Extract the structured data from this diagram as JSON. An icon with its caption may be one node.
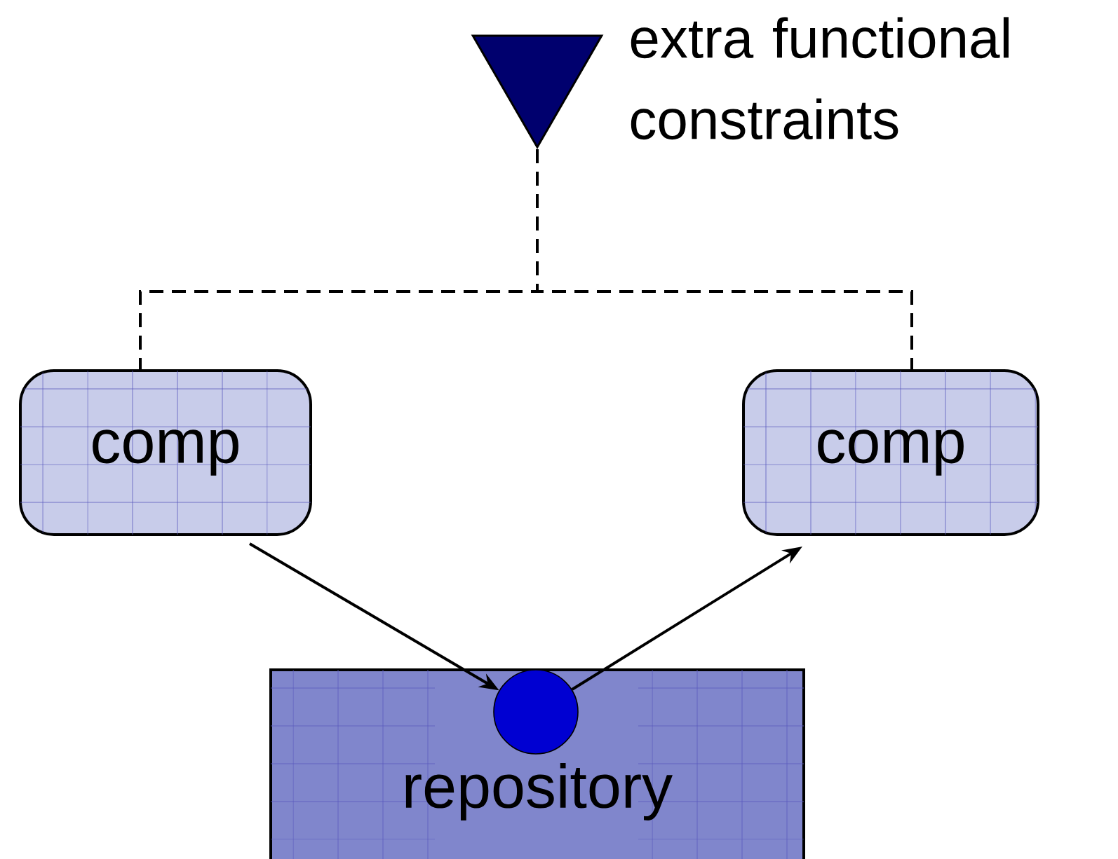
{
  "diagram": {
    "nodes": [
      {
        "text": [],
        "shape": "triangle",
        "beside": [
          "extra functional constraints"
        ]
      },
      {
        "text": [
          "comp"
        ]
      },
      {
        "text": [
          "comp"
        ]
      },
      {
        "text": [
          "repository"
        ]
      },
      {
        "text": [],
        "shape": "circle",
        "in": 3
      }
    ],
    "edges": [
      {
        "from": 0,
        "to": 1,
        "arrow": "none",
        "style": "dashed"
      },
      {
        "from": 0,
        "to": 2,
        "arrow": "none",
        "style": "dashed"
      },
      {
        "from": 1,
        "to": 4,
        "arrow": "to"
      },
      {
        "from": 4,
        "to": 2,
        "arrow": "to"
      }
    ]
  }
}
